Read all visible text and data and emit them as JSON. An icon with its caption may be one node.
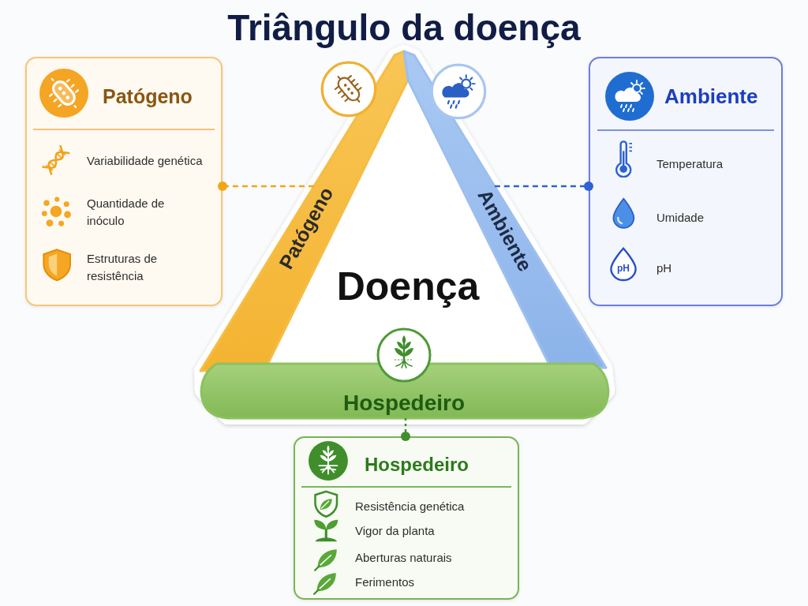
{
  "diagram": {
    "title": "Triângulo da doença",
    "nodes": [
      {
        "text": [
          "Patógeno",
          "Variabilidade genética",
          "Quantidade de inóculo",
          "Estruturas de resistência"
        ]
      },
      {
        "text": [
          "Patógeno"
        ]
      },
      {
        "text": [
          "Ambiente"
        ]
      },
      {
        "text": [
          "Ambiente",
          "Temperatura",
          "Umidade",
          "pH"
        ]
      },
      {
        "text": [
          "Hospedeiro"
        ]
      },
      {
        "text": [
          "Hospedeiro",
          "Resistência genética",
          "Vigor da planta",
          "Aberturas naturais",
          "Ferimentos"
        ]
      }
    ],
    "edges": [
      {
        "from": 1,
        "to": 0,
        "arrow": "other",
        "style": "dashed",
        "color": "#f2a516"
      },
      {
        "from": 2,
        "to": 3,
        "arrow": "other",
        "style": "dashed",
        "color": "#2f62d6"
      },
      {
        "from": 4,
        "to": 5,
        "arrow": "other",
        "style": "dashed",
        "color": "#3f8f2a"
      }
    ],
    "labels": [
      "Doença",
      "pH"
    ]
  }
}
